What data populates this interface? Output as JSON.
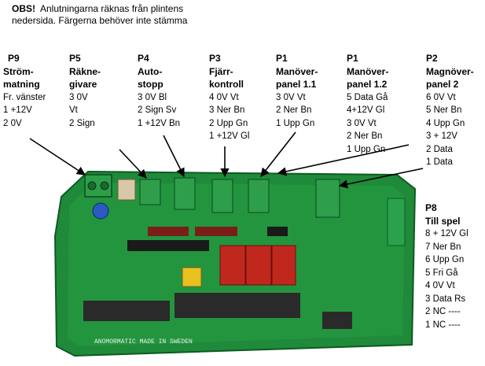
{
  "note": {
    "prefix": "OBS!",
    "text": "Anlutningarna räknas från plintens nedersida. Färgerna behöver inte stämma"
  },
  "connectors": [
    {
      "id": "p9",
      "code": "P9",
      "title": [
        "Ström-",
        "matning"
      ],
      "rows": [
        "Fr. vänster",
        "1 +12V",
        "2   0V"
      ]
    },
    {
      "id": "p5",
      "code": "P5",
      "title": [
        "Räkne-",
        "givare"
      ],
      "rows": [
        "3  0V",
        "Vt",
        "2 Sign"
      ]
    },
    {
      "id": "p4",
      "code": "P4",
      "title": [
        "Auto-",
        "stopp"
      ],
      "rows": [
        "3   0V    Bl",
        "2  Sign    Sv",
        "1 +12V   Bn"
      ]
    },
    {
      "id": "p3",
      "code": "P3",
      "title": [
        "Fjärr-",
        "kontroll"
      ],
      "rows": [
        "4  0V    Vt",
        "3 Ner    Bn",
        "2 Upp   Gn",
        "1 +12V Gl"
      ]
    },
    {
      "id": "p1a",
      "code": "P1",
      "title": [
        "Manöver-",
        "panel 1.1"
      ],
      "rows": [
        "3  0V   Vt",
        "2 Ner    Bn",
        "1 Upp   Gn"
      ]
    },
    {
      "id": "p1b",
      "code": "P1",
      "title": [
        "Manöver-",
        "panel 1.2"
      ],
      "rows": [
        "5 Data    Gå",
        "4+12V   Gl",
        "3 0V       Vt",
        "2 Ner      Bn",
        "1 Upp     Gn"
      ]
    },
    {
      "id": "p2",
      "code": "P2",
      "title": [
        "Magnöver-",
        "panel 2"
      ],
      "rows": [
        "6  0V      Vt",
        "5  Ner    Bn",
        "4  Upp   Gn",
        "3 + 12V",
        "2 Data",
        "1 Data"
      ]
    },
    {
      "id": "p8",
      "code": "P8",
      "title": [
        "Till spel"
      ],
      "rows": [
        "8  + 12V Gl",
        "7  Ner    Bn",
        "6  Upp   Gn",
        "5  Fri     Gå",
        "4  0V      Vt",
        "3 Data    Rs",
        "2 NC      ----",
        "1 NC      ----"
      ]
    }
  ],
  "board": {
    "silkscreen": "ANOMORMATIC   MADE IN SWEDEN",
    "colors": {
      "pcb": "#1f8a3a",
      "pcb_dark": "#126b2a",
      "connector": "#2e9e4a",
      "relay": "#c0281e",
      "chip": "#2a2a2a"
    }
  }
}
